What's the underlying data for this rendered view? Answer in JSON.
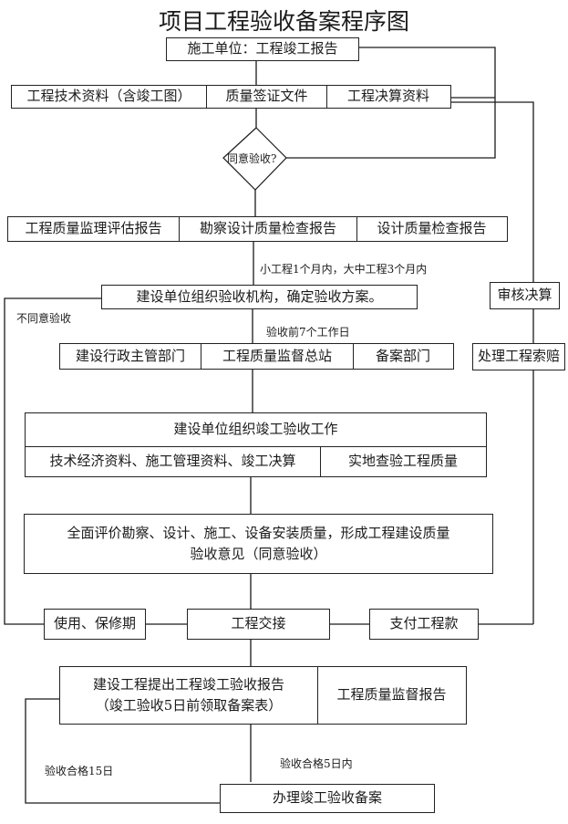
{
  "title": "项目工程验收备案程序图",
  "nodes": {
    "construction_report": "施工单位：工程竣工报告",
    "tech_docs": "工程技术资料（含竣工图）",
    "quality_docs": "质量签证文件",
    "settlement_docs": "工程决算资料",
    "decision": "同意验收?",
    "supervision_report": "工程质量监理评估报告",
    "survey_report": "勘察设计质量检查报告",
    "design_report": "设计质量检查报告",
    "org_acceptance": "建设单位组织验收机构，确定验收方案。",
    "audit_settlement": "审核决算",
    "admin_dept": "建设行政主管部门",
    "quality_station": "工程质量监督总站",
    "filing_dept": "备案部门",
    "handle_claims": "处理工程索赔",
    "completion_work": "建设单位组织竣工验收工作",
    "econ_docs": "技术经济资料、施工管理资料、竣工决算",
    "site_inspection": "实地查验工程质量",
    "evaluation_line1": "全面评价勘察、设计、施工、设备安装质量，形成工程建设质量",
    "evaluation_line2": "验收意见（同意验收）",
    "warranty": "使用、保修期",
    "handover": "工程交接",
    "payment": "支付工程款",
    "completion_report_line1": "建设工程提出工程竣工验收报告",
    "completion_report_line2": "（竣工验收5日前领取备案表）",
    "supervision_quality_report": "工程质量监督报告",
    "filing": "办理竣工验收备案"
  },
  "notes": {
    "timeframe": "小工程1个月内，大中工程3个月内",
    "disagree": "不同意验收",
    "before_acceptance": "验收前7个工作日",
    "pass_15_days": "验收合格15日",
    "pass_5_days": "验收合格5日内"
  }
}
